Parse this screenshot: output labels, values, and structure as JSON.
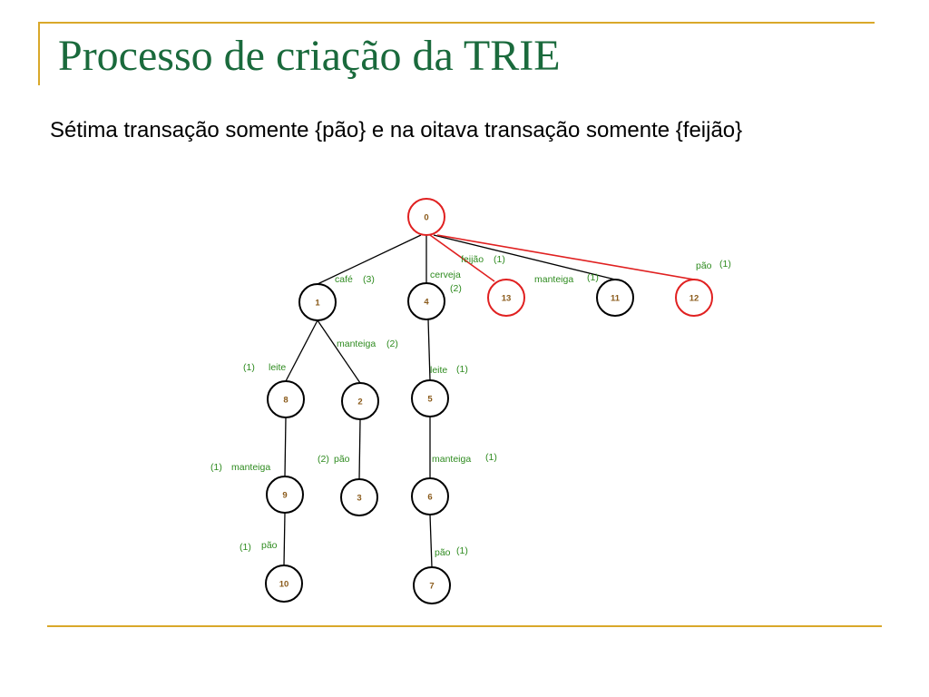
{
  "slide": {
    "title": "Processo de criação da TRIE",
    "subtitle": "Sétima transação somente {pão} e na oitava transação somente {feijão}"
  },
  "colors": {
    "frame": "#d9a82a",
    "title": "#1a6a3c",
    "edge_label": "#2e8b1f",
    "node_label": "#8a5a1a",
    "highlight": "#e02020",
    "default": "#000000"
  },
  "trie": {
    "nodes": [
      {
        "id": "0",
        "highlight": true
      },
      {
        "id": "1",
        "highlight": false
      },
      {
        "id": "4",
        "highlight": false
      },
      {
        "id": "13",
        "highlight": true
      },
      {
        "id": "11",
        "highlight": false
      },
      {
        "id": "12",
        "highlight": true
      },
      {
        "id": "8",
        "highlight": false
      },
      {
        "id": "2",
        "highlight": false
      },
      {
        "id": "5",
        "highlight": false
      },
      {
        "id": "9",
        "highlight": false
      },
      {
        "id": "3",
        "highlight": false
      },
      {
        "id": "6",
        "highlight": false
      },
      {
        "id": "10",
        "highlight": false
      },
      {
        "id": "7",
        "highlight": false
      }
    ],
    "edges": [
      {
        "from": "0",
        "to": "1",
        "item": "café",
        "count": "(3)",
        "highlight": false
      },
      {
        "from": "0",
        "to": "4",
        "item": "cerveja",
        "count": "(2)",
        "highlight": false
      },
      {
        "from": "0",
        "to": "13",
        "item": "feijão",
        "count": "(1)",
        "highlight": true
      },
      {
        "from": "0",
        "to": "11",
        "item": "manteiga",
        "count": "(1)",
        "highlight": false
      },
      {
        "from": "0",
        "to": "12",
        "item": "pão",
        "count": "(1)",
        "highlight": true
      },
      {
        "from": "1",
        "to": "8",
        "item": "leite",
        "count": "(1)",
        "highlight": false
      },
      {
        "from": "1",
        "to": "2",
        "item": "manteiga",
        "count": "(2)",
        "highlight": false
      },
      {
        "from": "4",
        "to": "5",
        "item": "leite",
        "count": "(1)",
        "highlight": false
      },
      {
        "from": "8",
        "to": "9",
        "item": "manteiga",
        "count": "(1)",
        "highlight": false
      },
      {
        "from": "2",
        "to": "3",
        "item": "pão",
        "count": "(2)",
        "highlight": false
      },
      {
        "from": "5",
        "to": "6",
        "item": "manteiga",
        "count": "(1)",
        "highlight": false
      },
      {
        "from": "9",
        "to": "10",
        "item": "pão",
        "count": "(1)",
        "highlight": false
      },
      {
        "from": "6",
        "to": "7",
        "item": "pão",
        "count": "(1)",
        "highlight": false
      }
    ]
  }
}
